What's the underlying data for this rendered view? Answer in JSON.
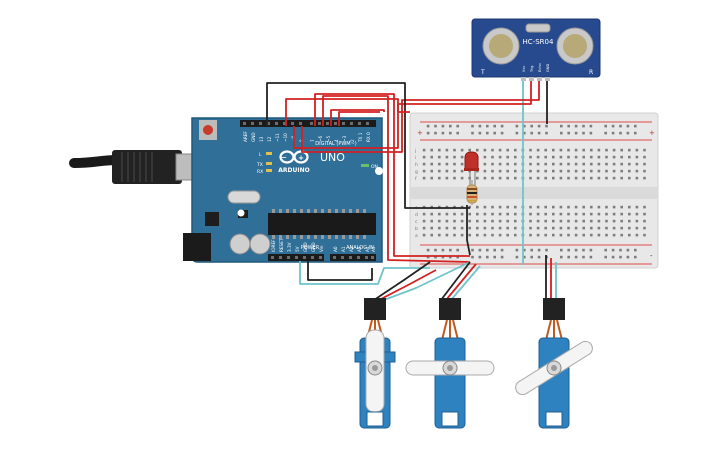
{
  "sensor": {
    "label": "HC-SR04",
    "corner_left": "T",
    "corner_right": "R",
    "pins": [
      "Vcc",
      "Trig",
      "Echo",
      "GND"
    ]
  },
  "arduino": {
    "brand": "ARDUINO",
    "model": "UNO",
    "digital_label": "DIGITAL (PWM~)",
    "power_label": "POWER",
    "analog_label": "ANALOG IN",
    "on_label": "ON",
    "tx_label": "TX",
    "rx_label": "RX",
    "l_label": "L",
    "top_pin_labels": [
      "AREF",
      "GND",
      "13",
      "12",
      "~11",
      "~10",
      "~9",
      "8",
      "7",
      "~6",
      "~5",
      "4",
      "~3",
      "2",
      "TX 1",
      "RX 0"
    ],
    "power_pin_labels": [
      "IOREF",
      "RESET",
      "3.3V",
      "5V",
      "GND",
      "GND",
      "Vin"
    ],
    "analog_pin_labels": [
      "A0",
      "A1",
      "A2",
      "A3",
      "A4",
      "A5"
    ]
  },
  "breadboard": {
    "row_letters_top": [
      "j",
      "i",
      "h",
      "g",
      "f"
    ],
    "row_letters_bottom": [
      "e",
      "d",
      "c",
      "b",
      "a"
    ],
    "rail_plus": "+",
    "rail_minus": "-"
  },
  "colors": {
    "arduino_board": "#2f6f98",
    "breadboard": "#e8e8e8",
    "servo_body": "#2f82c0",
    "sensor_board": "#274a8e",
    "wire_red": "#d32020",
    "wire_black": "#222222",
    "wire_cyan": "#6fc3cc",
    "led": "#c0302a"
  },
  "servos": [
    {
      "horn": "double-vertical"
    },
    {
      "horn": "double-horizontal"
    },
    {
      "horn": "double-diagonal"
    }
  ]
}
